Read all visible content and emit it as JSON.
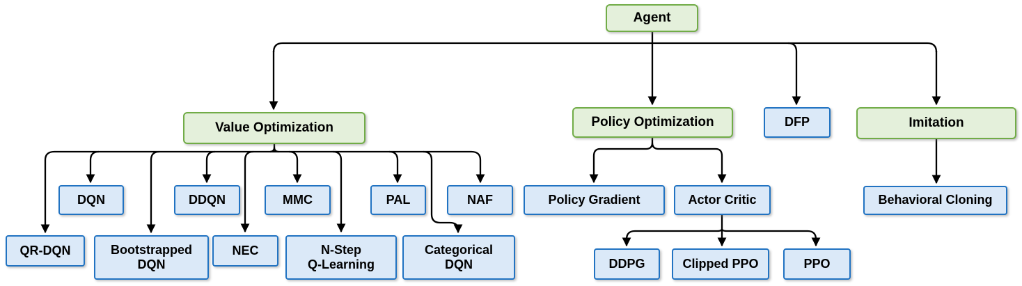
{
  "diagram": {
    "description": "Reinforcement learning agent algorithms hierarchy",
    "colors": {
      "background": "#ffffff",
      "category_fill": "#e4f0db",
      "category_border": "#71ac47",
      "algorithm_fill": "#dbe9f8",
      "algorithm_border": "#2173c2",
      "connector_line": "#000000",
      "text": "#000000"
    },
    "nodes": {
      "agent": {
        "label": "Agent",
        "type": "category"
      },
      "value_optimization": {
        "label": "Value Optimization",
        "type": "category"
      },
      "policy_optimization": {
        "label": "Policy Optimization",
        "type": "category"
      },
      "dfp": {
        "label": "DFP",
        "type": "algorithm"
      },
      "imitation": {
        "label": "Imitation",
        "type": "category"
      },
      "dqn": {
        "label": "DQN",
        "type": "algorithm"
      },
      "ddqn": {
        "label": "DDQN",
        "type": "algorithm"
      },
      "mmc": {
        "label": "MMC",
        "type": "algorithm"
      },
      "pal": {
        "label": "PAL",
        "type": "algorithm"
      },
      "naf": {
        "label": "NAF",
        "type": "algorithm"
      },
      "qr_dqn": {
        "label": "QR-DQN",
        "type": "algorithm"
      },
      "bootstrapped_dqn": {
        "label": "Bootstrapped\nDQN",
        "type": "algorithm"
      },
      "nec": {
        "label": "NEC",
        "type": "algorithm"
      },
      "n_step_q_learning": {
        "label": "N-Step\nQ-Learning",
        "type": "algorithm"
      },
      "categorical_dqn": {
        "label": "Categorical\nDQN",
        "type": "algorithm"
      },
      "policy_gradient": {
        "label": "Policy Gradient",
        "type": "algorithm"
      },
      "actor_critic": {
        "label": "Actor Critic",
        "type": "algorithm"
      },
      "ddpg": {
        "label": "DDPG",
        "type": "algorithm"
      },
      "clipped_ppo": {
        "label": "Clipped PPO",
        "type": "algorithm"
      },
      "ppo": {
        "label": "PPO",
        "type": "algorithm"
      },
      "behavioral_cloning": {
        "label": "Behavioral Cloning",
        "type": "algorithm"
      }
    },
    "hierarchy": [
      [
        "agent",
        "value_optimization"
      ],
      [
        "agent",
        "policy_optimization"
      ],
      [
        "agent",
        "dfp"
      ],
      [
        "agent",
        "imitation"
      ],
      [
        "value_optimization",
        "dqn"
      ],
      [
        "value_optimization",
        "ddqn"
      ],
      [
        "value_optimization",
        "mmc"
      ],
      [
        "value_optimization",
        "pal"
      ],
      [
        "value_optimization",
        "naf"
      ],
      [
        "value_optimization",
        "qr_dqn"
      ],
      [
        "value_optimization",
        "bootstrapped_dqn"
      ],
      [
        "value_optimization",
        "nec"
      ],
      [
        "value_optimization",
        "n_step_q_learning"
      ],
      [
        "value_optimization",
        "categorical_dqn"
      ],
      [
        "policy_optimization",
        "policy_gradient"
      ],
      [
        "policy_optimization",
        "actor_critic"
      ],
      [
        "actor_critic",
        "ddpg"
      ],
      [
        "actor_critic",
        "clipped_ppo"
      ],
      [
        "actor_critic",
        "ppo"
      ],
      [
        "imitation",
        "behavioral_cloning"
      ]
    ]
  }
}
